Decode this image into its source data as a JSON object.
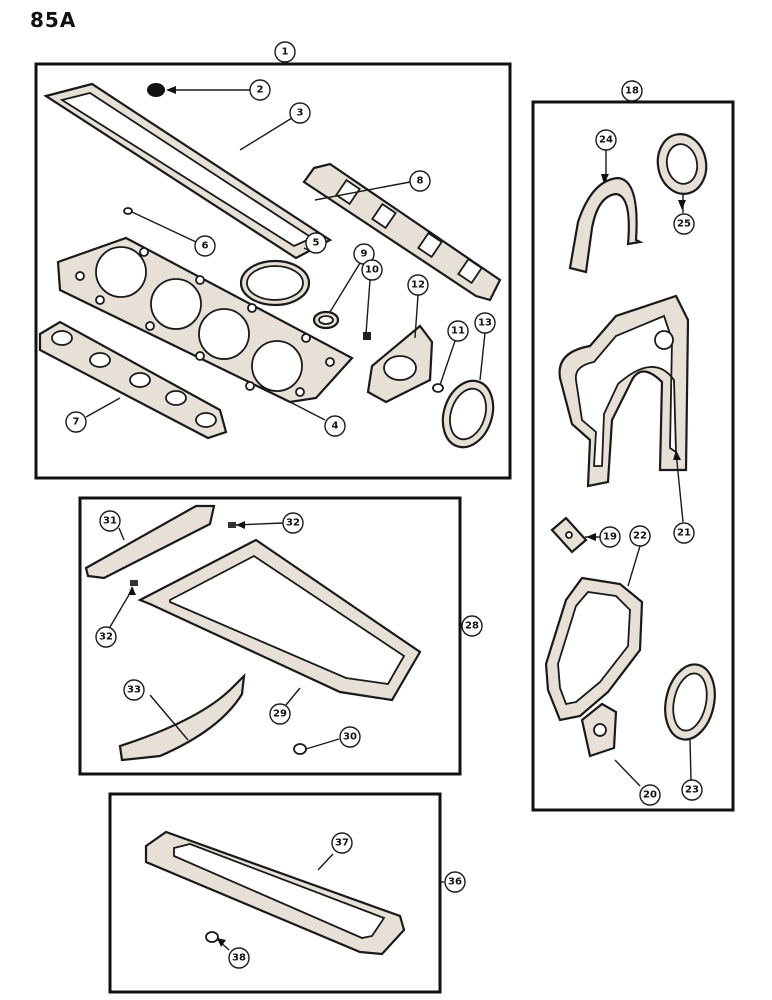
{
  "page_label": "85A",
  "callouts": [
    {
      "id": "c1",
      "number": "1"
    },
    {
      "id": "c2",
      "number": "2"
    },
    {
      "id": "c3",
      "number": "3"
    },
    {
      "id": "c4",
      "number": "4"
    },
    {
      "id": "c5",
      "number": "5"
    },
    {
      "id": "c6",
      "number": "6"
    },
    {
      "id": "c7",
      "number": "7"
    },
    {
      "id": "c8",
      "number": "8"
    },
    {
      "id": "c9",
      "number": "9"
    },
    {
      "id": "c10",
      "number": "10"
    },
    {
      "id": "c11",
      "number": "11"
    },
    {
      "id": "c12",
      "number": "12"
    },
    {
      "id": "c13",
      "number": "13"
    },
    {
      "id": "c18",
      "number": "18"
    },
    {
      "id": "c19",
      "number": "19"
    },
    {
      "id": "c20",
      "number": "20"
    },
    {
      "id": "c21",
      "number": "21"
    },
    {
      "id": "c22",
      "number": "22"
    },
    {
      "id": "c23",
      "number": "23"
    },
    {
      "id": "c24",
      "number": "24"
    },
    {
      "id": "c25",
      "number": "25"
    },
    {
      "id": "c28",
      "number": "28"
    },
    {
      "id": "c29",
      "number": "29"
    },
    {
      "id": "c30",
      "number": "30"
    },
    {
      "id": "c31",
      "number": "31"
    },
    {
      "id": "c32a",
      "number": "32"
    },
    {
      "id": "c32b",
      "number": "32"
    },
    {
      "id": "c33",
      "number": "33"
    },
    {
      "id": "c36",
      "number": "36"
    },
    {
      "id": "c37",
      "number": "37"
    },
    {
      "id": "c38",
      "number": "38"
    }
  ]
}
